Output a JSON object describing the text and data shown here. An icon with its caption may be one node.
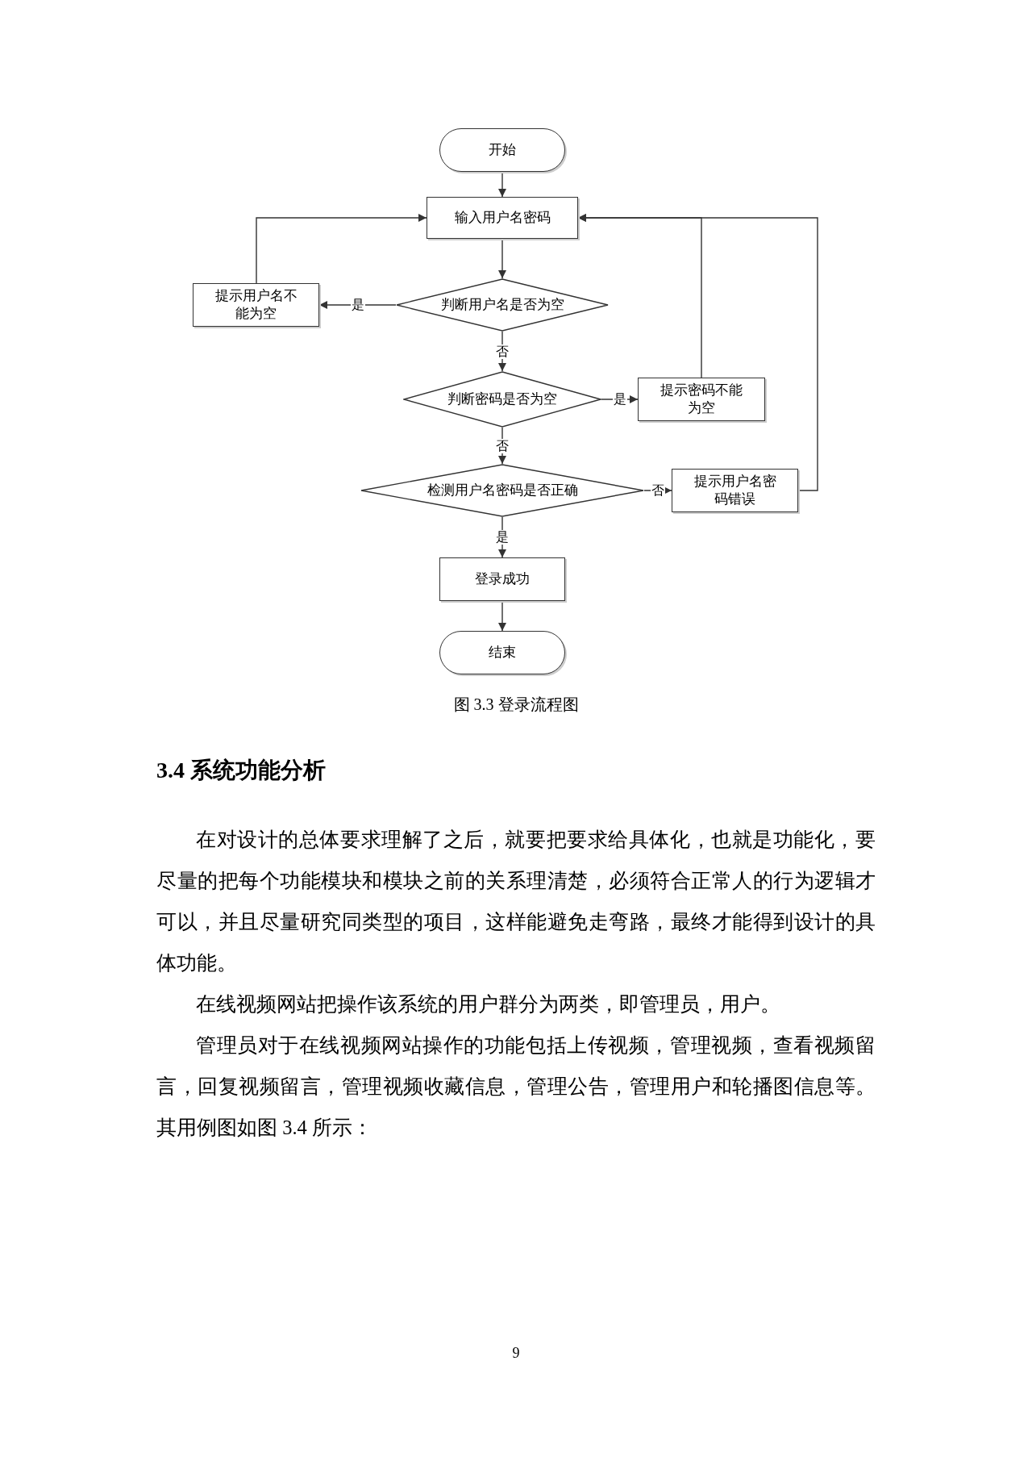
{
  "diagram": {
    "caption": "图 3.3  登录流程图",
    "nodes": [
      {
        "text": [
          "开始"
        ]
      },
      {
        "text": [
          "输入用户名密码"
        ]
      },
      {
        "text": [
          "判断用户名是否为空"
        ]
      },
      {
        "text": [
          "提示用户名不能为空"
        ]
      },
      {
        "text": [
          "判断密码是否为空"
        ]
      },
      {
        "text": [
          "提示密码不能为空"
        ]
      },
      {
        "text": [
          "检测用户名密码是否正确"
        ]
      },
      {
        "text": [
          "提示用户名密码错误"
        ]
      },
      {
        "text": [
          "登录成功"
        ]
      },
      {
        "text": [
          "结束"
        ]
      }
    ],
    "edges": [
      {
        "from": 0,
        "to": 1,
        "arrow": "to"
      },
      {
        "from": 1,
        "to": 2,
        "arrow": "to"
      },
      {
        "from": 2,
        "to": 3,
        "arrow": "to",
        "label": "是"
      },
      {
        "from": 3,
        "to": 1,
        "arrow": "to"
      },
      {
        "from": 2,
        "to": 4,
        "arrow": "to",
        "label": "否"
      },
      {
        "from": 4,
        "to": 5,
        "arrow": "to",
        "label": "是"
      },
      {
        "from": 5,
        "to": 1,
        "arrow": "to"
      },
      {
        "from": 4,
        "to": 6,
        "arrow": "to",
        "label": "否"
      },
      {
        "from": 6,
        "to": 7,
        "arrow": "to",
        "label": "否"
      },
      {
        "from": 7,
        "to": 1,
        "arrow": "to"
      },
      {
        "from": 6,
        "to": 8,
        "arrow": "to",
        "label": "是"
      },
      {
        "from": 8,
        "to": 9,
        "arrow": "to"
      }
    ],
    "labels": [
      "3.4  系统功能分析",
      "在对设计的总体要求理解了之后，就要把要求给具体化，也就是功能化，要尽量的把每个功能模块和模块之前的关系理清楚，必须符合正常人的行为逻辑才可以，并且尽量研究同类型的项目，这样能避免走弯路，最终才能得到设计的具体功能。",
      "在线视频网站把操作该系统的用户群分为两类，即管理员，用户。",
      "管理员对于在线视频网站操作的功能包括上传视频，管理视频，查看视频留言，回复视频留言，管理视频收藏信息，管理公告，管理用户和轮播图信息等。其用例图如图 3.4 所示：",
      "9"
    ]
  }
}
